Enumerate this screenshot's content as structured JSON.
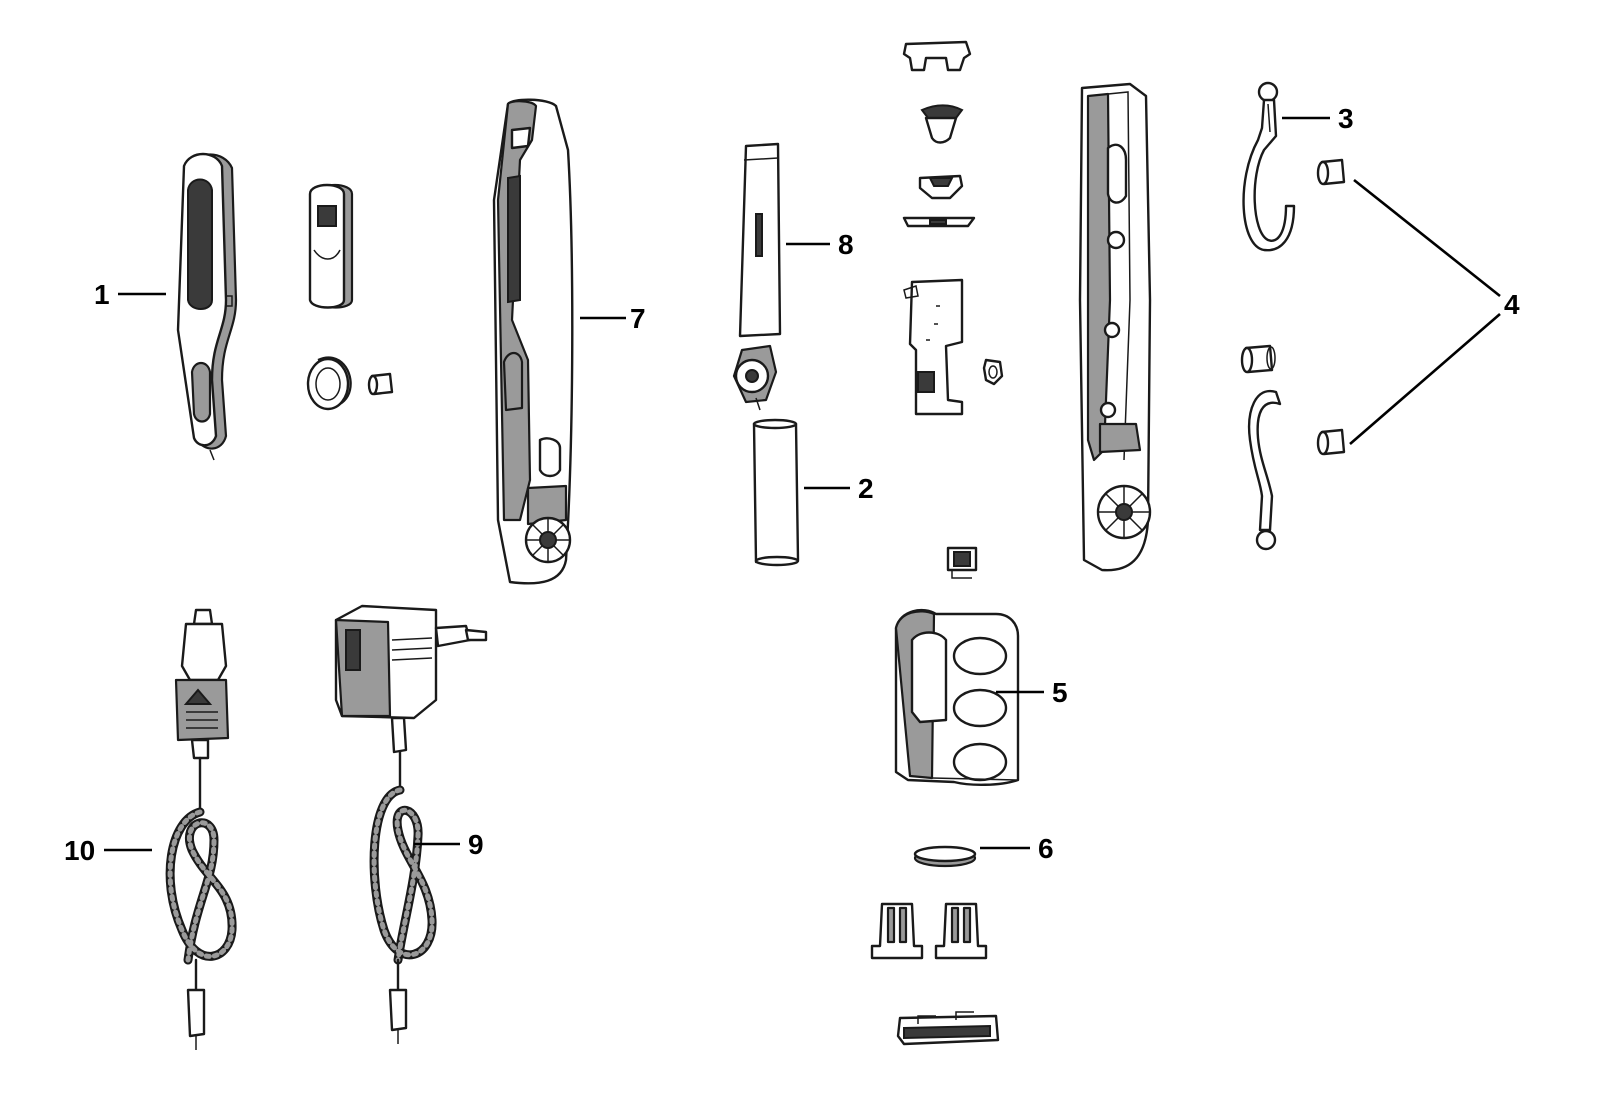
{
  "callouts": {
    "c1": "1",
    "c2": "2",
    "c3": "3",
    "c4": "4",
    "c5": "5",
    "c6": "6",
    "c7": "7",
    "c8": "8",
    "c9": "9",
    "c10": "10"
  },
  "colors": {
    "line": "#1a1a1a",
    "shade": "#9a9a9a",
    "background": "#ffffff"
  }
}
